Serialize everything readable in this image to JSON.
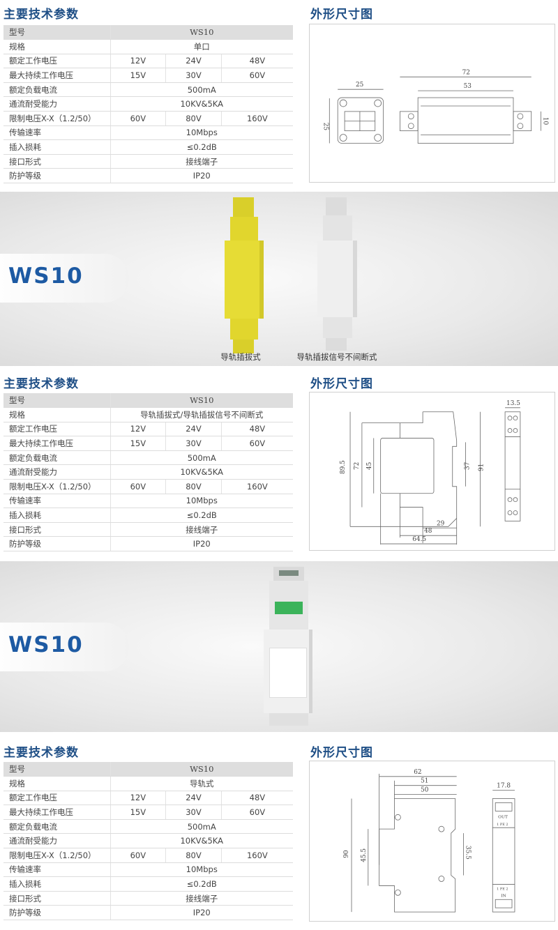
{
  "sections": [
    {
      "title": "主要技术参数",
      "dim_title": "外形尺寸图",
      "spec": {
        "model_label": "型号",
        "model": "WS10",
        "rows": [
          {
            "label": "规格",
            "values": [
              "单口"
            ]
          },
          {
            "label": "额定工作电压",
            "values": [
              "12V",
              "24V",
              "48V"
            ]
          },
          {
            "label": "最大持续工作电压",
            "values": [
              "15V",
              "30V",
              "60V"
            ]
          },
          {
            "label": "额定负载电流",
            "values": [
              "500mA"
            ]
          },
          {
            "label": "通流耐受能力",
            "values": [
              "10KV&5KA"
            ]
          },
          {
            "label": "限制电压X-X（1.2/50）",
            "values": [
              "60V",
              "80V",
              "160V"
            ]
          },
          {
            "label": "传输速率",
            "values": [
              "10Mbps"
            ]
          },
          {
            "label": "插入损耗",
            "values": [
              "≤0.2dB"
            ]
          },
          {
            "label": "接口形式",
            "values": [
              "接线端子"
            ]
          },
          {
            "label": "防护等级",
            "values": [
              "IP20"
            ]
          }
        ]
      },
      "dims": {
        "a": "25",
        "b": "25",
        "c": "72",
        "d": "53",
        "e": "10"
      }
    },
    {
      "title": "主要技术参数",
      "dim_title": "外形尺寸图",
      "spec": {
        "model_label": "型号",
        "model": "WS10",
        "rows": [
          {
            "label": "规格",
            "values": [
              "导轨插拔式/导轨插拔信号不间断式"
            ]
          },
          {
            "label": "额定工作电压",
            "values": [
              "12V",
              "24V",
              "48V"
            ]
          },
          {
            "label": "最大持续工作电压",
            "values": [
              "15V",
              "30V",
              "60V"
            ]
          },
          {
            "label": "额定负载电流",
            "values": [
              "500mA"
            ]
          },
          {
            "label": "通流耐受能力",
            "values": [
              "10KV&5KA"
            ]
          },
          {
            "label": "限制电压X-X（1.2/50）",
            "values": [
              "60V",
              "80V",
              "160V"
            ]
          },
          {
            "label": "传输速率",
            "values": [
              "10Mbps"
            ]
          },
          {
            "label": "插入损耗",
            "values": [
              "≤0.2dB"
            ]
          },
          {
            "label": "接口形式",
            "values": [
              "接线端子"
            ]
          },
          {
            "label": "防护等级",
            "values": [
              "IP20"
            ]
          }
        ]
      },
      "dims": {
        "a": "89.5",
        "b": "72",
        "c": "45",
        "d": "37",
        "e": "91",
        "f": "29",
        "g": "48",
        "h": "64.5",
        "i": "13.5"
      }
    },
    {
      "title": "主要技术参数",
      "dim_title": "外形尺寸图",
      "spec": {
        "model_label": "型号",
        "model": "WS10",
        "rows": [
          {
            "label": "规格",
            "values": [
              "导轨式"
            ]
          },
          {
            "label": "额定工作电压",
            "values": [
              "12V",
              "24V",
              "48V"
            ]
          },
          {
            "label": "最大持续工作电压",
            "values": [
              "15V",
              "30V",
              "60V"
            ]
          },
          {
            "label": "额定负载电流",
            "values": [
              "500mA"
            ]
          },
          {
            "label": "通流耐受能力",
            "values": [
              "10KV&5KA"
            ]
          },
          {
            "label": "限制电压X-X（1.2/50）",
            "values": [
              "60V",
              "80V",
              "160V"
            ]
          },
          {
            "label": "传输速率",
            "values": [
              "10Mbps"
            ]
          },
          {
            "label": "插入损耗",
            "values": [
              "≤0.2dB"
            ]
          },
          {
            "label": "接口形式",
            "values": [
              "接线端子"
            ]
          },
          {
            "label": "防护等级",
            "values": [
              "IP20"
            ]
          }
        ]
      },
      "dims": {
        "a": "62",
        "b": "51",
        "c": "50",
        "d": "90",
        "e": "45.5",
        "f": "35.5",
        "g": "17.8",
        "out": "OUT",
        "in": "IN",
        "pins": "1 PE 2"
      }
    }
  ],
  "banners": [
    {
      "title": "WS10",
      "captions": [
        "导轨插拔式",
        "导轨插拔信号不间断式"
      ]
    },
    {
      "title": "WS10"
    }
  ],
  "colors": {
    "title": "#1f4f86",
    "brand": "#1d5aa3",
    "yellow": "#e3d82a"
  }
}
